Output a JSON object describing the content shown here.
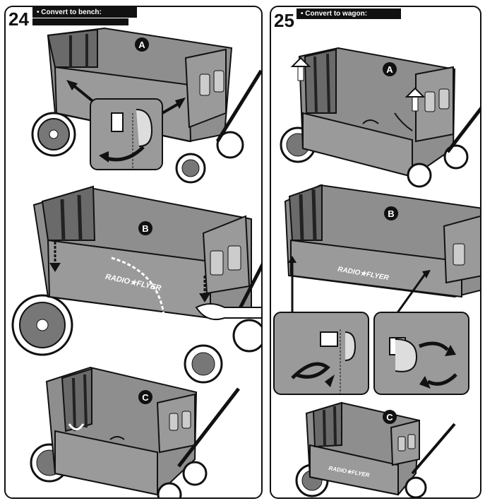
{
  "steps": [
    {
      "number": "24",
      "title": "• Convert to bench:"
    },
    {
      "number": "25",
      "title": "• Convert to wagon:"
    }
  ],
  "figure_labels": {
    "a": "A",
    "b": "B",
    "c": "C"
  },
  "brand_text": "RADIO★FLYER",
  "colors": {
    "fabric": "#8e8e8e",
    "fabric_dark": "#6a6a6a",
    "frame": "#2a2a2a",
    "outline": "#111111"
  }
}
